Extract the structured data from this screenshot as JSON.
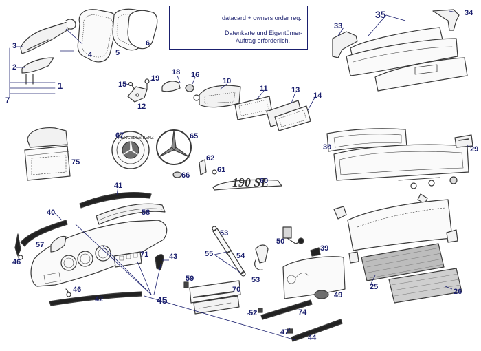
{
  "note": {
    "line1": "datacard + owners order req.",
    "line2": "Datenkarte und Eigentümer-",
    "line3": "Auftrag erforderlich."
  },
  "callouts": {
    "n1": "1",
    "n2": "2",
    "n3": "3",
    "n4": "4",
    "n5": "5",
    "n6": "6",
    "n7": "7",
    "n10": "10",
    "n11": "11",
    "n12": "12",
    "n13": "13",
    "n14": "14",
    "n15": "15",
    "n16": "16",
    "n18": "18",
    "n19": "19",
    "n25": "25",
    "n26": "26",
    "n29": "29",
    "n30": "30",
    "n33": "33",
    "n34": "34",
    "n35": "35",
    "n39": "39",
    "n40": "40",
    "n41": "41",
    "n42": "42",
    "n43": "43",
    "n44": "44",
    "n45": "45",
    "n46a": "46",
    "n46b": "46",
    "n47": "47",
    "n49": "49",
    "n50": "50",
    "n52": "52",
    "n53a": "53",
    "n53b": "53",
    "n54": "54",
    "n55": "55",
    "n57": "57",
    "n58": "58",
    "n59": "59",
    "n60": "60",
    "n61": "61",
    "n62": "62",
    "n65": "65",
    "n66": "66",
    "n67": "67",
    "n70": "70",
    "n71": "71",
    "n74": "74",
    "n75": "75"
  },
  "badges": {
    "emblem_text": "MERCEDES BENZ",
    "model_script": "190 SL"
  },
  "colors": {
    "ink": "#1a1f6e",
    "line": "#3a3a3a",
    "leader": "#1a1f6e"
  }
}
